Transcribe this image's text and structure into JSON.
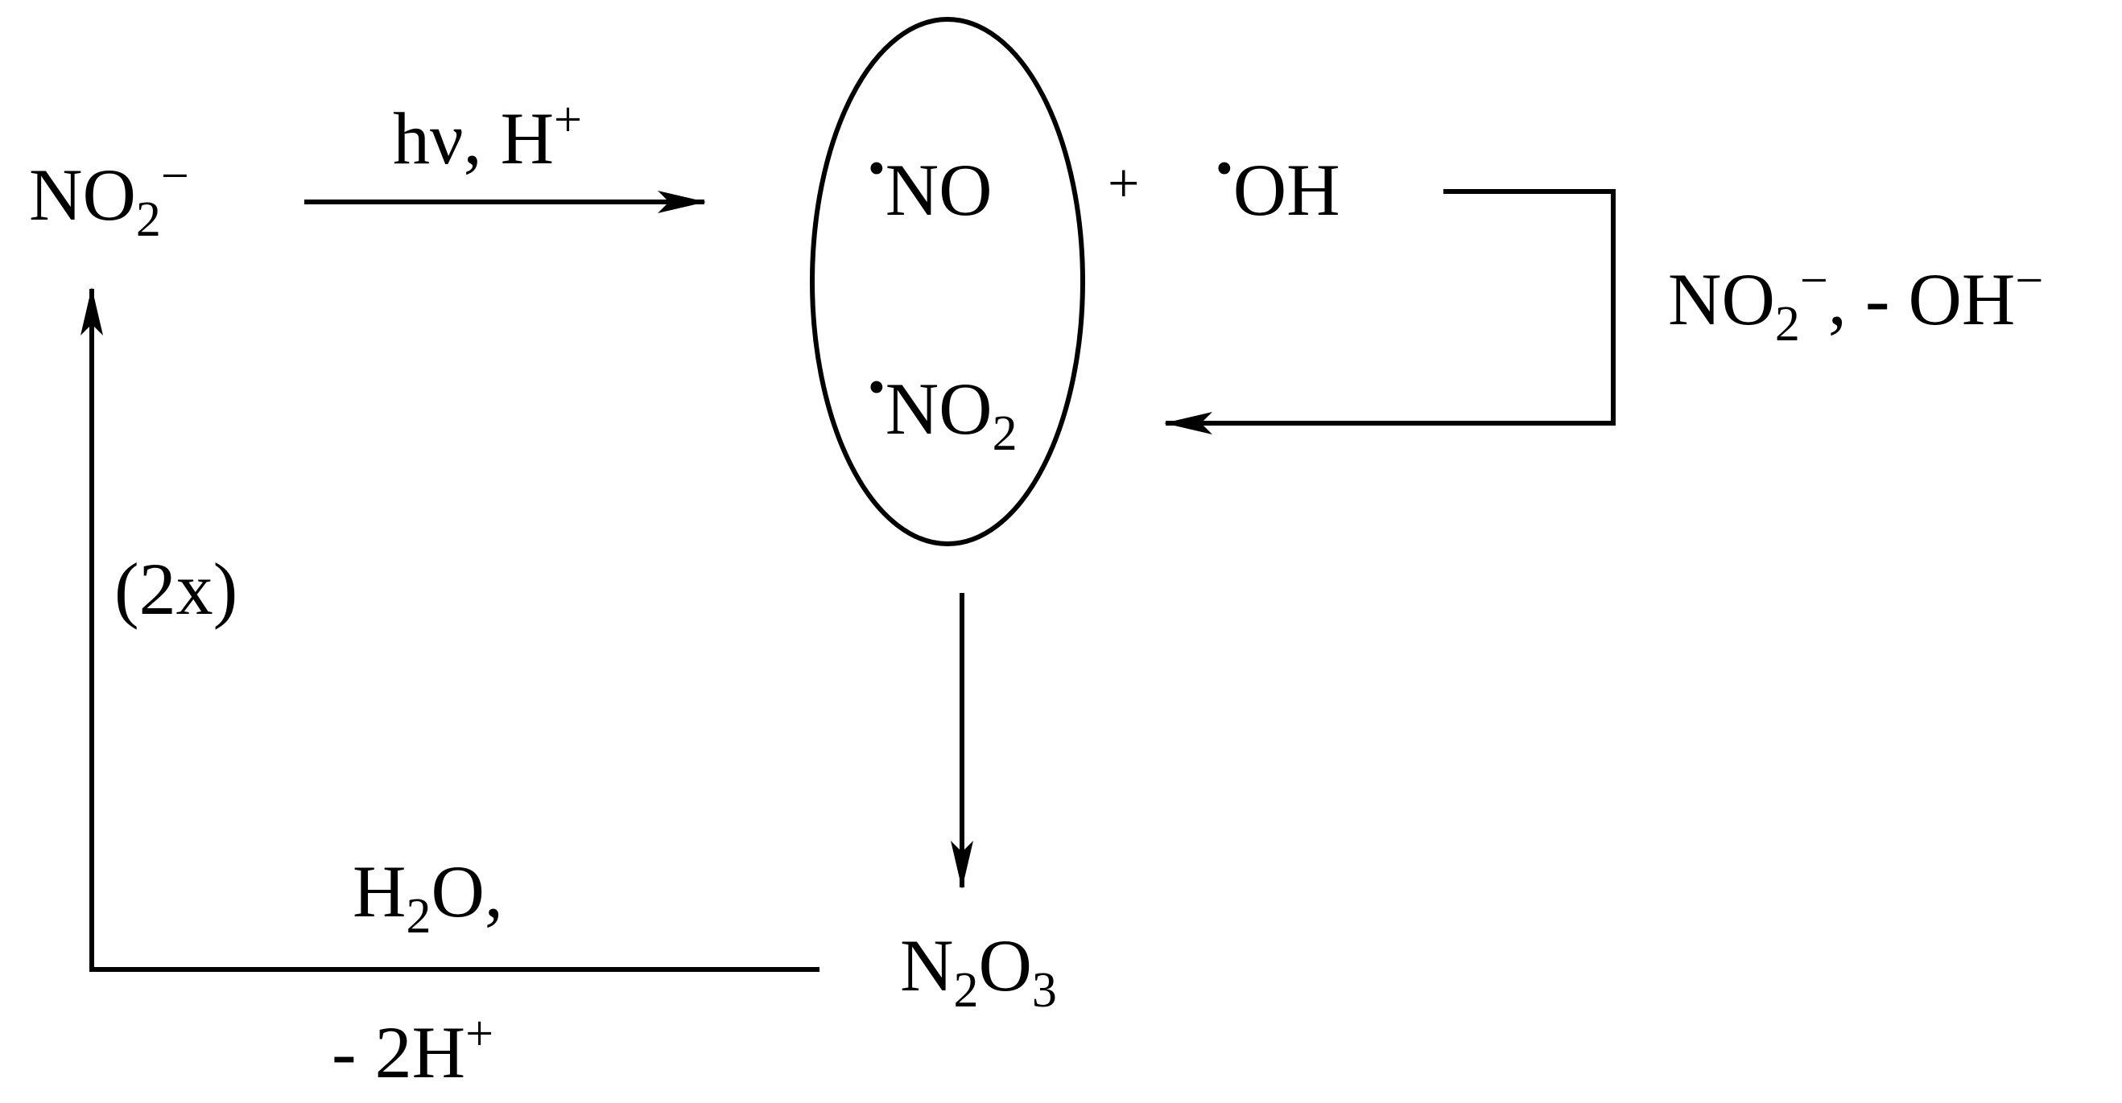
{
  "species": {
    "nitrite": {
      "base": "NO",
      "sub": "2",
      "sup": "−"
    },
    "no_radical": {
      "dot": "•",
      "base": "NO"
    },
    "no2_radical": {
      "dot": "•",
      "base": "NO",
      "sub": "2"
    },
    "oh_radical": {
      "dot": "•",
      "base": "OH"
    },
    "plus": "+",
    "n2o3": {
      "a": "N",
      "sub1": "2",
      "b": "O",
      "sub2": "3"
    }
  },
  "conditions": {
    "photolysis": {
      "text": "hν, H",
      "sup": "+"
    },
    "oh_reaction": {
      "a": "NO",
      "sub": "2",
      "sup1": "−",
      "b": ", - OH",
      "sup2": "−"
    },
    "hydrolysis_top": {
      "a": "H",
      "sub": "2",
      "b": "O,"
    },
    "hydrolysis_bottom": {
      "text": "- 2H",
      "sup": "+"
    },
    "multiplier": "(2x)"
  },
  "style": {
    "stroke": "#000000"
  }
}
